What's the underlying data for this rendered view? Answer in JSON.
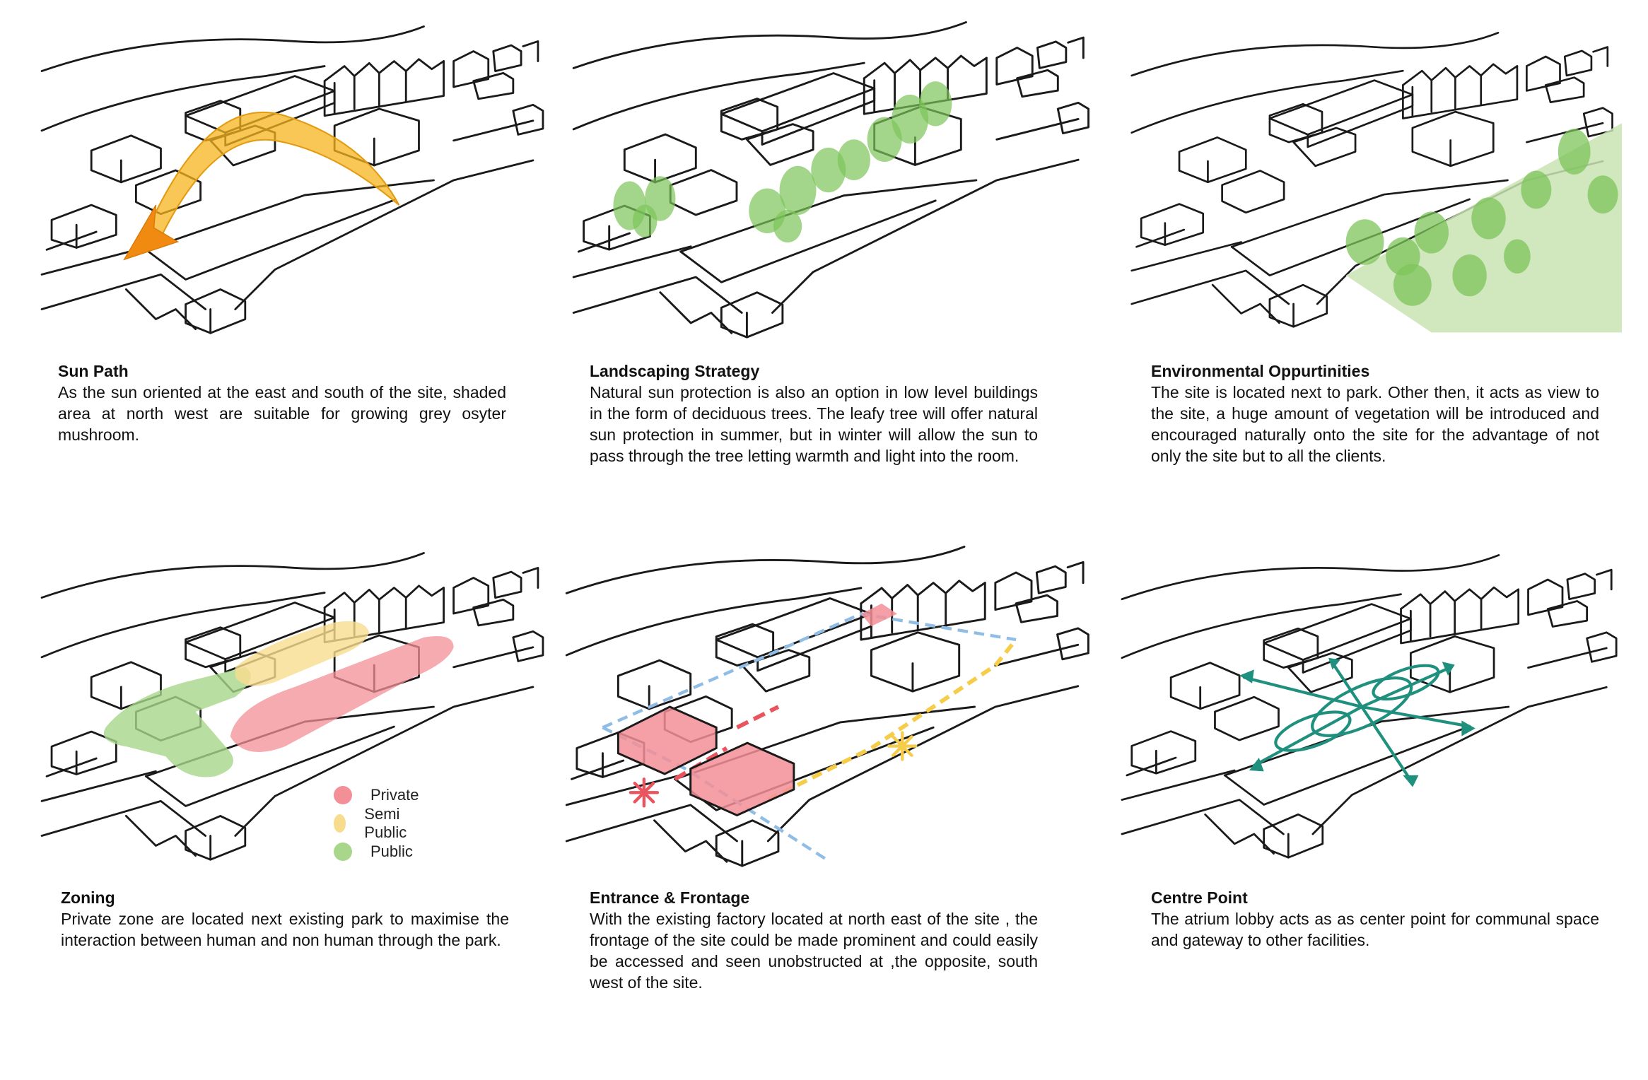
{
  "colors": {
    "line": "#1a1a1a",
    "sun": "#f6b41c",
    "sun_tip": "#f08a10",
    "tree": "#7cc45a",
    "park": "#c9e4b4",
    "private": "#f38f97",
    "semi_public": "#f7dc8e",
    "public": "#a8d68a",
    "boundary_blue": "#8fbde6",
    "dash_yellow": "#f6cd4a",
    "dash_red": "#e8555e",
    "teal": "#1f8f7e"
  },
  "panels": [
    {
      "id": "sun-path",
      "title": "Sun Path",
      "body": "As the sun oriented at the east and south of the site, shaded area at north west are suitable for growing grey osyter mushroom."
    },
    {
      "id": "landscaping-strategy",
      "title": "Landscaping Strategy",
      "body": "Natural sun protection is also an option in low level buildings in the form of deciduous trees. The leafy tree will offer natural sun protection in summer, but in winter will allow the sun to pass through the tree letting warmth and light into the room."
    },
    {
      "id": "environmental-oppurtinities",
      "title": "Environmental Oppurtinities",
      "body": "The site is located next to park. Other then, it acts as view to the site, a huge amount of vegetation will be introduced and encouraged naturally onto the site for the advantage of not only the site but to all the clients."
    },
    {
      "id": "zoning",
      "title": "Zoning",
      "body": "Private zone are located next existing park to maximise the  interaction between human and non human through the park."
    },
    {
      "id": "entrance-frontage",
      "title": "Entrance & Frontage",
      "body": "With the existing factory located at north east of the site , the frontage of the site could be made prominent and could easily be accessed and seen unobstructed at ,the opposite, south west of the site."
    },
    {
      "id": "centre-point",
      "title": "Centre Point",
      "body": "The atrium lobby acts as as center point for communal space and gateway to other facilities."
    }
  ],
  "zoning_legend": [
    {
      "label": "Private",
      "color": "#f38f97"
    },
    {
      "label": "Semi Public",
      "color": "#f7dc8e"
    },
    {
      "label": "Public",
      "color": "#a8d68a"
    }
  ]
}
